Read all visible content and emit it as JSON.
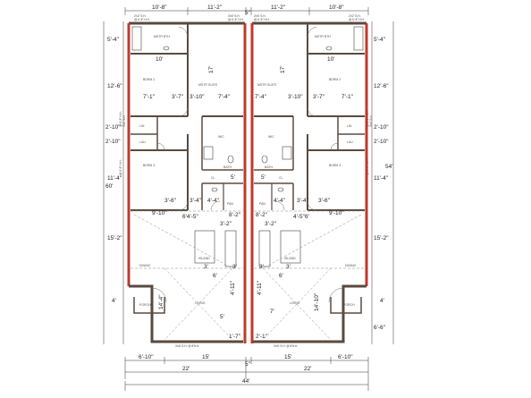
{
  "top_dims": [
    "10'-8\"",
    "11'-2\"",
    "5\"",
    "11'-2\"",
    "10'-8\""
  ],
  "top_windows": [
    {
      "label": "2'x2' S.H.",
      "sub": "@ 6'-8\" H.H."
    },
    {
      "label": "3'x5' S.H.",
      "sub": "@ 6'-8\" H.H."
    },
    {
      "label": "3'x5' S.H.",
      "sub": "@ 6'-8\" H.H."
    },
    {
      "label": "2'x2' S.H.",
      "sub": "@ 6'-8\" H.H."
    }
  ],
  "left_dims": [
    "5'-4\"",
    "12'-6\"",
    "2'-10\"",
    "2'-10\"",
    "11'-4\"",
    "15'-2\"",
    "4'"
  ],
  "right_dims": [
    "5'-4\"",
    "12'-6\"",
    "2'-10\"",
    "2'-10\"",
    "11'-4\"",
    "15'-2\"",
    "4'",
    "6'-6\""
  ],
  "overall_left": "60'",
  "overall_right": "54'",
  "side_windows": {
    "label": "@ 6'-8\" H.H.",
    "label2": "3'x5' S.H."
  },
  "rooms": {
    "master_bath": "MSTR BTH",
    "master_suite": "MSTR SUITE",
    "bedroom2": "BDRM 2",
    "bedroom3": "BDRM 3",
    "wic": "WIC",
    "linen": "LIN",
    "laundry": "LAU",
    "bath": "BATH",
    "pantry": "PAN",
    "island": "ISLAND",
    "dining": "DINING",
    "living": "LIVING",
    "porch": "PORCH",
    "closet": "CL"
  },
  "interior_dims": {
    "d_10": "10'",
    "d_17": "17'",
    "d_7_1": "7'-1\"",
    "d_3_7": "3'-7\"",
    "d_7_4": "7'-4\"",
    "d_3_10": "3'-10\"",
    "d_5": "5'",
    "d_4_4": "4'-4\"",
    "d_3_4": "3'-4\"",
    "d_3_6": "3'-6\"",
    "d_9_10": "9'-10\"",
    "d_6_4_5": "6'4'-5\"",
    "d_4_5_6": "4'-5\"6'",
    "d_8_2": "8'-2\"",
    "d_3_2": "3'-2\"",
    "d_3": "3'",
    "d_6": "6'",
    "d_4_11": "4'-11\"",
    "d_14_4": "14'-4\"",
    "d_14_10": "14'-10\"",
    "d_1_7": "1'-7\"",
    "d_2_1": "2'-1\"",
    "d_7": "7'"
  },
  "bottom_windows": [
    {
      "label": "3'x5' S.H. @ 8'H.H."
    },
    {
      "label": "3'x5' S.H. @ 8'H.H."
    }
  ],
  "bottom_dims": [
    "6'-10\"",
    "15'",
    "5\"",
    "15'",
    "6'-10\""
  ],
  "half_dims": [
    "22'",
    "22'"
  ],
  "overall_width": "44'"
}
